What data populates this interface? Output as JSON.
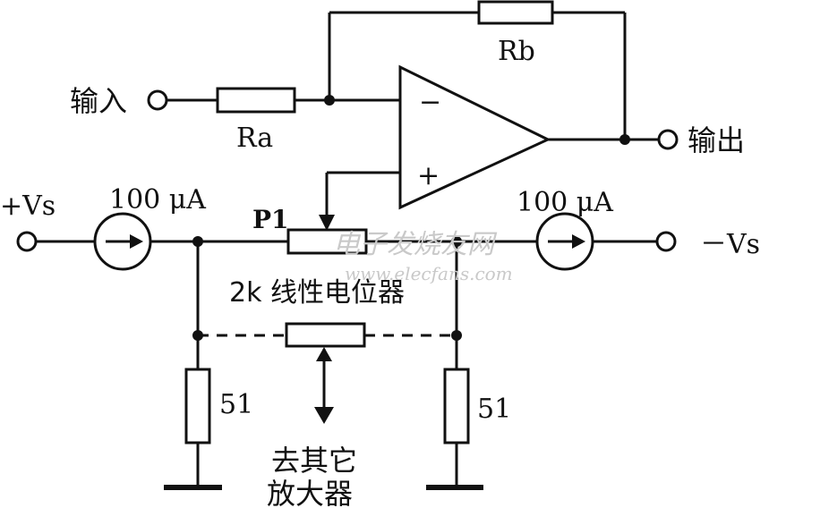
{
  "labels": {
    "input": "输入",
    "output": "输出",
    "ra": "Ra",
    "rb": "Rb",
    "plus_vs": "+Vs",
    "minus_vs": "－Vs",
    "current_left": "100 μA",
    "current_right": "100 μA",
    "p1": "P1",
    "pot_desc": "2k  线性电位器",
    "r51_left": "51",
    "r51_right": "51",
    "other_amps_line1": "去其它",
    "other_amps_line2": "放大器",
    "opamp_minus": "−",
    "opamp_plus": "+"
  },
  "watermark": {
    "cn": "电子发烧友网",
    "url": "www.elecfans.com"
  }
}
